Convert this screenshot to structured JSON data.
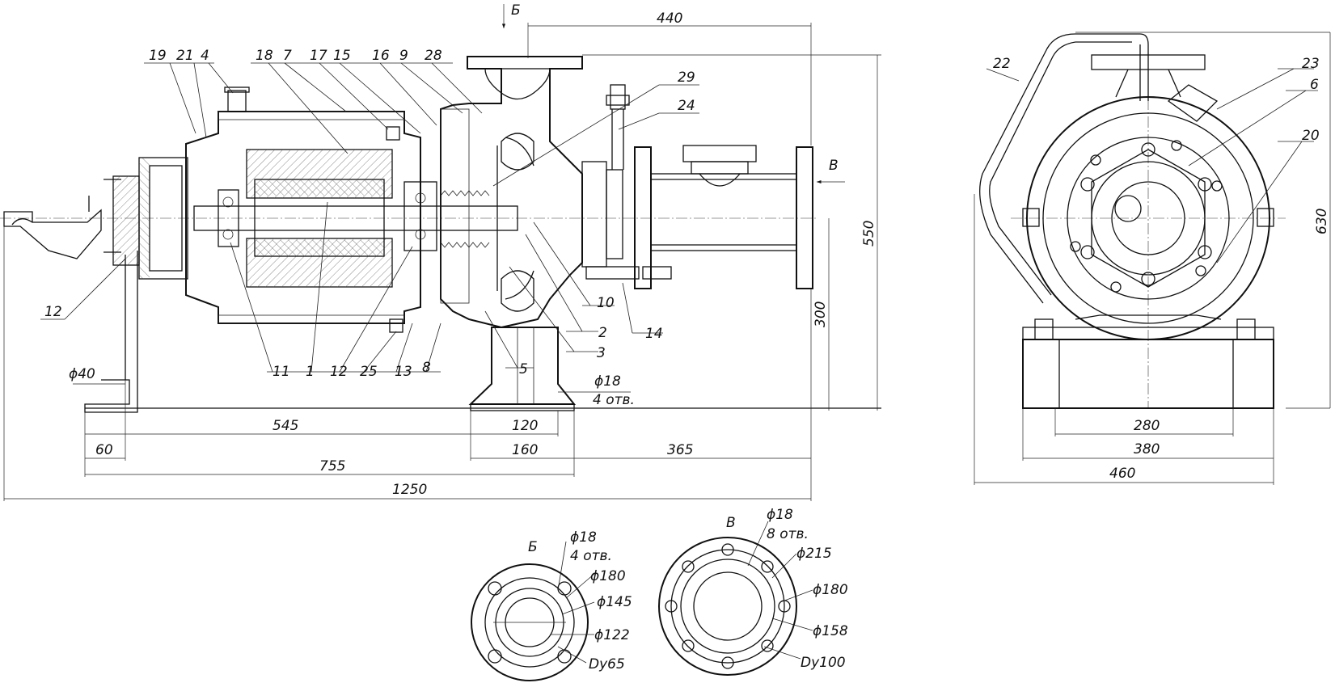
{
  "callouts": [
    "19",
    "21",
    "4",
    "18",
    "7",
    "17",
    "15",
    "16",
    "9",
    "28",
    "29",
    "24",
    "12",
    "11",
    "1",
    "12",
    "25",
    "13",
    "8",
    "5",
    "3",
    "2",
    "10",
    "14",
    "22",
    "23",
    "6",
    "20"
  ],
  "dimensions": {
    "top_440": "440",
    "overall_550": "550",
    "height_300": "300",
    "shaft_d40": "ϕ40",
    "len_545": "545",
    "len_60": "60",
    "len_755": "755",
    "len_1250": "1250",
    "base_120": "120",
    "base_160": "160",
    "len_365": "365",
    "hole_d18": "ϕ18",
    "holes_4": "4 отв.",
    "side_630": "630",
    "side_280": "280",
    "side_380": "380",
    "side_460": "460"
  },
  "markers": {
    "view_b_top": "Б",
    "view_v_side": "В"
  },
  "flange_b": {
    "title": "Б",
    "hole": "ϕ18",
    "holes": "4 отв.",
    "d1": "ϕ180",
    "d2": "ϕ145",
    "d3": "ϕ122",
    "dn": "Dy65"
  },
  "flange_v": {
    "title": "В",
    "hole": "ϕ18",
    "holes": "8 отв.",
    "d1": "ϕ215",
    "d2": "ϕ180",
    "d3": "ϕ158",
    "dn": "Dy100"
  }
}
